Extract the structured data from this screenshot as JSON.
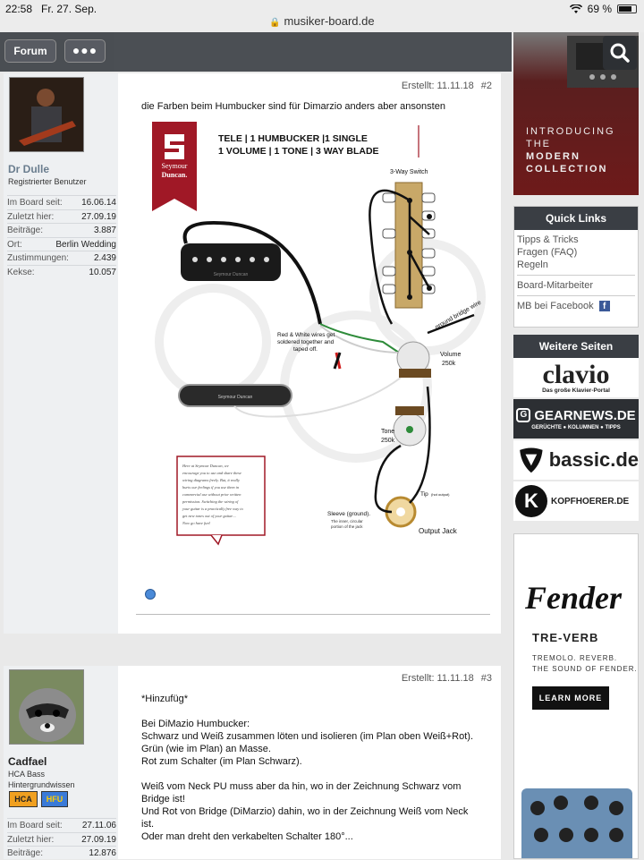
{
  "status": {
    "time": "22:58",
    "date": "Fr. 27. Sep.",
    "url": "musiker-board.de",
    "battery": "69 %"
  },
  "toolbar": {
    "forum_label": "Forum",
    "more_label": "●●●"
  },
  "posts": [
    {
      "created_label": "Erstellt: 11.11.18",
      "number": "#2",
      "author": "Dr Dulle",
      "role": "Registrierter Benutzer",
      "stats": [
        {
          "k": "Im Board seit:",
          "v": "16.06.14"
        },
        {
          "k": "Zuletzt hier:",
          "v": "27.09.19"
        },
        {
          "k": "Beiträge:",
          "v": "3.887"
        },
        {
          "k": "Ort:",
          "v": "Berlin Wedding"
        },
        {
          "k": "Zustimmungen:",
          "v": "2.439"
        },
        {
          "k": "Kekse:",
          "v": "10.057"
        }
      ],
      "text": "die Farben beim Humbucker sind für Dimarzio anders aber ansonsten"
    },
    {
      "created_label": "Erstellt: 11.11.18",
      "number": "#3",
      "author": "Cadfael",
      "role": "HCA Bass",
      "role2": "Hintergrundwissen",
      "badge1": "HCA",
      "badge2": "HFU",
      "stats": [
        {
          "k": "Im Board seit:",
          "v": "27.11.06"
        },
        {
          "k": "Zuletzt hier:",
          "v": "27.09.19"
        },
        {
          "k": "Beiträge:",
          "v": "12.876"
        }
      ],
      "lines": [
        "*Hinzufüg*",
        "",
        "Bei DiMazio Humbucker:",
        "Schwarz und Weiß zusammen löten und isolieren (im Plan oben Weiß+Rot).",
        "Grün (wie im Plan) an Masse.",
        "Rot zum Schalter (im Plan Schwarz).",
        "",
        "Weiß vom Neck PU muss aber da hin, wo in der Zeichnung Schwarz vom",
        "Bridge ist!",
        "Und Rot von Bridge (DiMarzio) dahin, wo in der Zeichnung Weiß vom Neck",
        "ist.",
        "Oder man dreht den verkabelten Schalter 180°..."
      ]
    }
  ],
  "diagram": {
    "brand1": "Seymour",
    "brand2": "Duncan.",
    "title1": "TELE | 1 HUMBUCKER |1 SINGLE",
    "title2": "1 VOLUME | 1 TONE | 3 WAY BLADE",
    "switch_label": "3-Way Switch",
    "ground_label": "ground bridge wire",
    "red_white_note": [
      "Red & White wires get",
      "soldered together and",
      "taped off."
    ],
    "volume_label": "Volume",
    "volume_value": "250k",
    "tone_label": "Tone",
    "tone_value": "250k",
    "tip_label": "Tip",
    "tip_note": "(hot output)",
    "sleeve_label": "Sleeve (ground).",
    "sleeve_note": [
      "The inner, circular",
      "portion of the jack"
    ],
    "output_label": "Output Jack",
    "pickup_brand": "Seymour Duncan",
    "note_lines": [
      "Here at Seymour Duncan, we",
      "encourage you to use and share these",
      "wiring diagrams freely. But, it really",
      "hurts our feelings if you use them in",
      "commercial use without prior written",
      "permission. Switching the wiring of",
      "your guitar is a practically free way to",
      "get new tones out of your guitar....",
      "Now go have fun!"
    ]
  },
  "sidebar": {
    "ad_top_lines": [
      "INTRODUCING",
      "THE",
      "MODERN",
      "COLLECTION"
    ],
    "quick_links_title": "Quick Links",
    "quick_links": [
      "Tipps & Tricks",
      "Fragen (FAQ)",
      "Regeln"
    ],
    "staff_link": "Board-Mitarbeiter",
    "facebook_link": "MB bei Facebook",
    "more_sites_title": "Weitere Seiten",
    "sites": [
      {
        "name": "clavio",
        "sub": "Das große Klavier-Portal"
      },
      {
        "name": "GEARNEWS.DE",
        "sub": "GERÜCHTE  ●  KOLUMNEN  ●  TIPPS"
      },
      {
        "name": "bassic.de"
      },
      {
        "name": "KOPFHOERER.DE"
      }
    ],
    "fender": {
      "brand": "Fender",
      "product": "TRE-VERB",
      "line1": "TREMOLO. REVERB.",
      "line2": "THE SOUND OF FENDER.",
      "cta": "LEARN MORE"
    }
  },
  "colors": {
    "toolbar": "#3d4147",
    "brand_red": "#a01826",
    "facebook": "#3b5998"
  }
}
